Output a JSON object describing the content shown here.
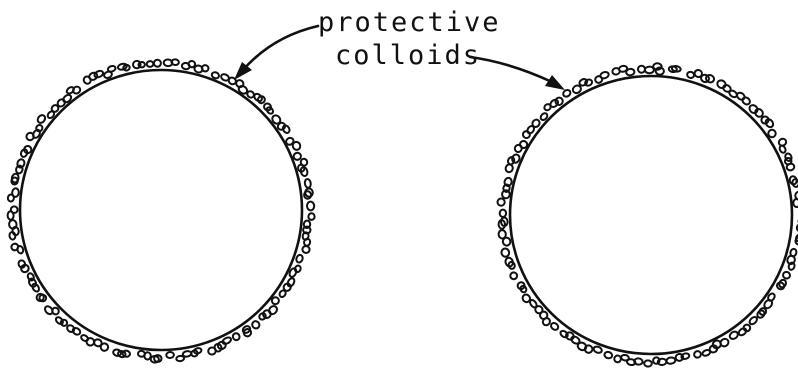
{
  "diagram": {
    "label_line1": "protective",
    "label_line2": "colloids"
  },
  "colors": {
    "ink": "#111111",
    "background": "#ffffff"
  },
  "particles": [
    {
      "name": "left-particle"
    },
    {
      "name": "right-particle"
    }
  ]
}
